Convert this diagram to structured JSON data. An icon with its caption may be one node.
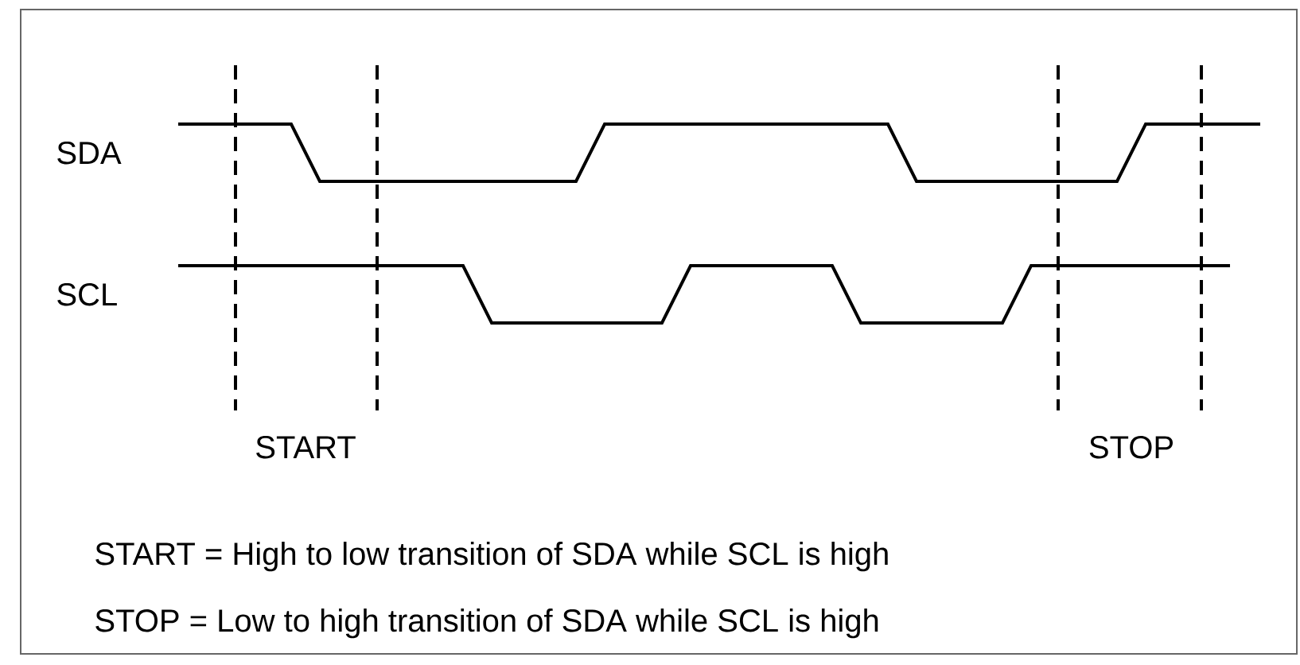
{
  "diagram": {
    "labels": [
      "SDA",
      "SCL",
      "START",
      "STOP",
      "START = High to low transition of SDA while SCL is high",
      "STOP = Low to high transition of SDA while SCL is high"
    ]
  }
}
